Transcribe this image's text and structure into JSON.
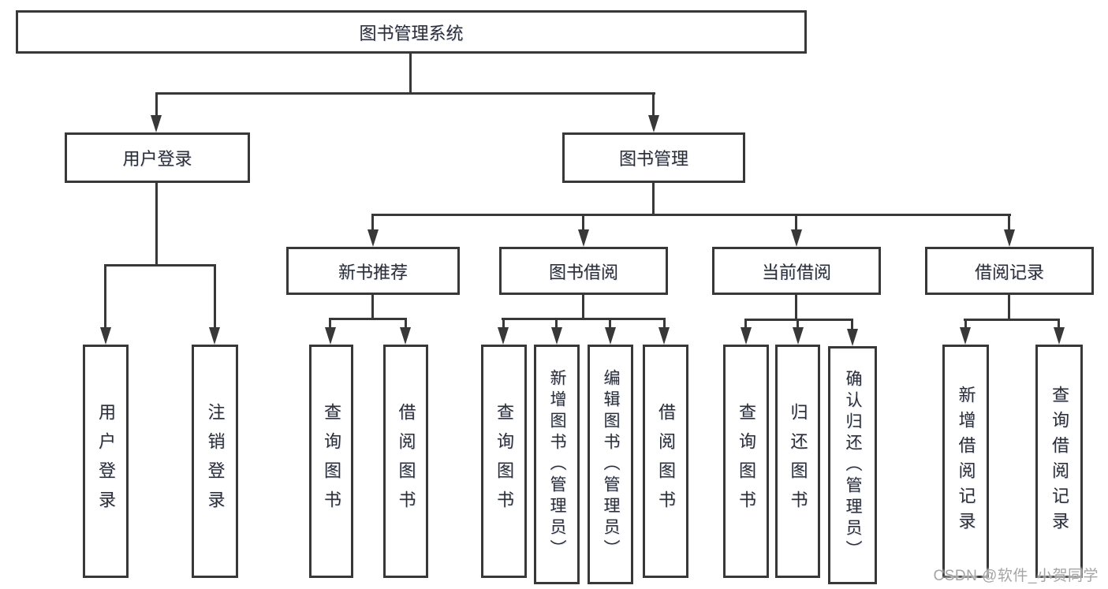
{
  "root": {
    "label": "图书管理系统"
  },
  "login": {
    "label": "用户登录",
    "children": [
      {
        "label": "用户登录"
      },
      {
        "label": "注销登录"
      }
    ]
  },
  "management": {
    "label": "图书管理",
    "groups": [
      {
        "label": "新书推荐",
        "children": [
          {
            "label": "查询图书"
          },
          {
            "label": "借阅图书"
          }
        ]
      },
      {
        "label": "图书借阅",
        "children": [
          {
            "label": "查询图书"
          },
          {
            "label": "新增图书（管理员）"
          },
          {
            "label": "编辑图书（管理员）"
          },
          {
            "label": "借阅图书"
          }
        ]
      },
      {
        "label": "当前借阅",
        "children": [
          {
            "label": "查询图书"
          },
          {
            "label": "归还图书"
          },
          {
            "label": "确认归还（管理员）"
          }
        ]
      },
      {
        "label": "借阅记录",
        "children": [
          {
            "label": "新增借阅记录"
          },
          {
            "label": "查询借阅记录"
          }
        ]
      }
    ]
  },
  "watermark": {
    "text": "CSDN @软件_小贺同学"
  },
  "colors": {
    "line": "#383838",
    "text": "#2e2e2e",
    "watermark": "#a5a5a5"
  }
}
